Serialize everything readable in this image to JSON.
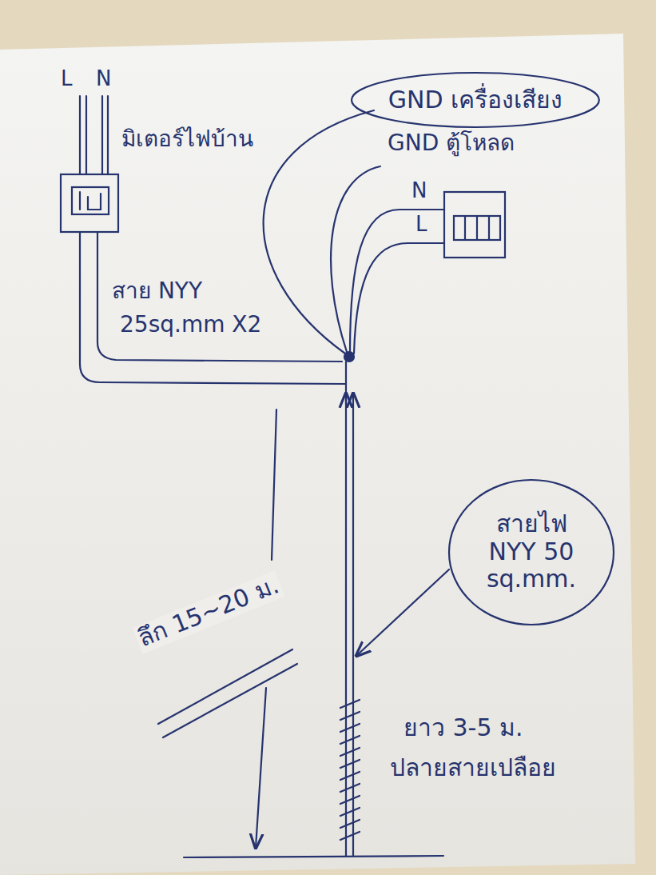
{
  "diagram": {
    "nodes": [
      {
        "text": [
          "GND เครื่องเสียง"
        ]
      },
      {
        "text": [
          "สายไฟ NYY 50 sq.mm."
        ]
      }
    ],
    "labels": [
      "L",
      "N",
      "มิเตอร์ไฟบ้าน",
      "สาย NYY",
      "25sq.mm X2",
      "GND ตู้โหลด",
      "N",
      "L",
      "ลึก 15~20 ม.",
      "ยาว 3-5 ม.",
      "ปลายสายเปลือย"
    ]
  }
}
